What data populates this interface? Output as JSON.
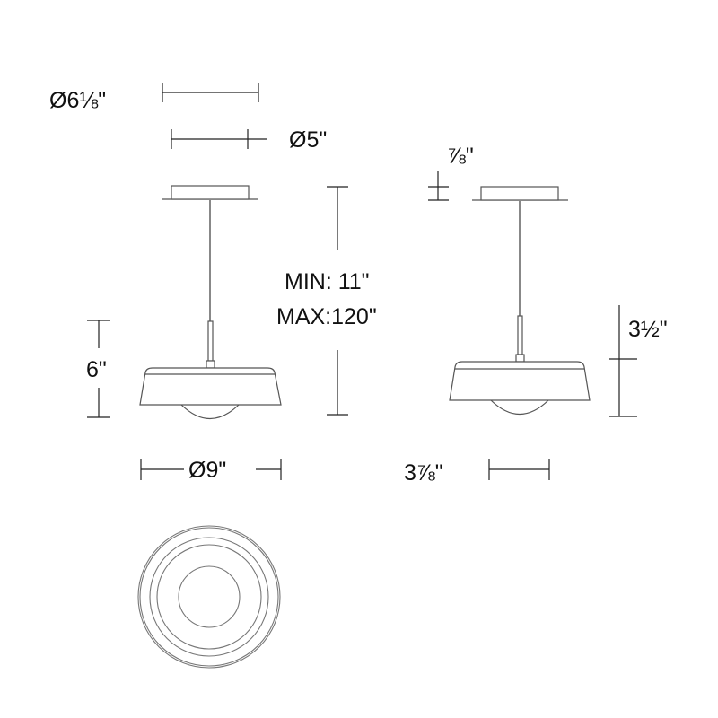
{
  "dimensions": {
    "canopy_diameter": "Ø6⅛\"",
    "canopy_plate_diameter": "Ø5\"",
    "canopy_height": "⅞\"",
    "overall_length_min": "MIN: 11\"",
    "overall_length_max": "MAX:120\"",
    "fixture_height": "6\"",
    "shade_height": "3½\"",
    "shade_diameter": "Ø9\"",
    "half_width": "3⅞\""
  }
}
